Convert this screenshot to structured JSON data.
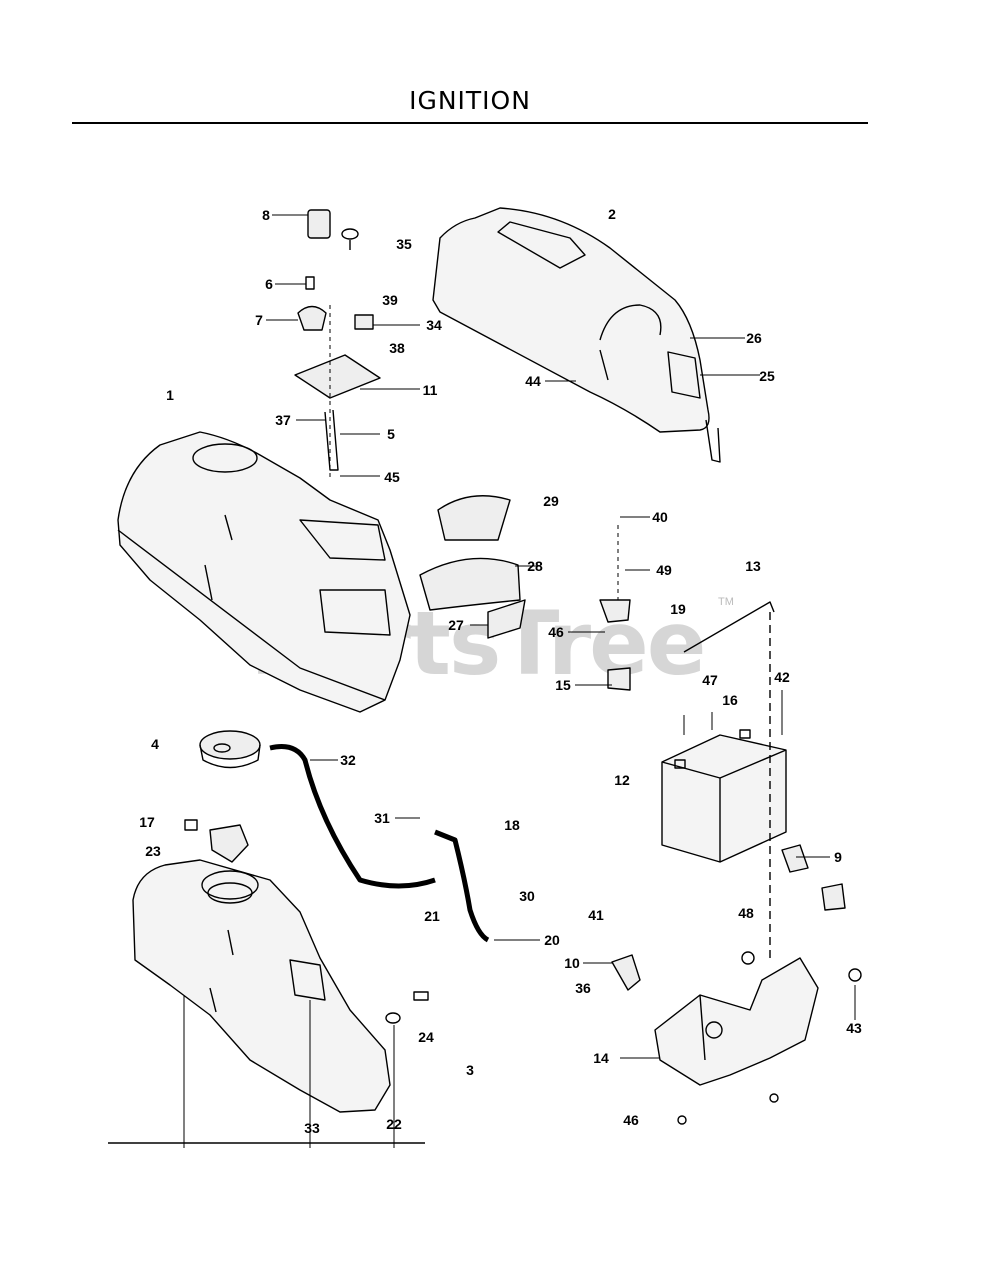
{
  "page": {
    "title": "IGNITION"
  },
  "watermark": {
    "text": "PartsTree",
    "trademark": "TM"
  },
  "callouts": [
    "8",
    "35",
    "2",
    "6",
    "39",
    "7",
    "34",
    "38",
    "26",
    "25",
    "44",
    "11",
    "1",
    "37",
    "5",
    "45",
    "29",
    "40",
    "28",
    "49",
    "13",
    "27",
    "46",
    "19",
    "15",
    "47",
    "42",
    "16",
    "4",
    "32",
    "12",
    "17",
    "31",
    "18",
    "23",
    "9",
    "30",
    "21",
    "41",
    "20",
    "48",
    "10",
    "36",
    "43",
    "24",
    "14",
    "3",
    "46",
    "33",
    "22"
  ]
}
